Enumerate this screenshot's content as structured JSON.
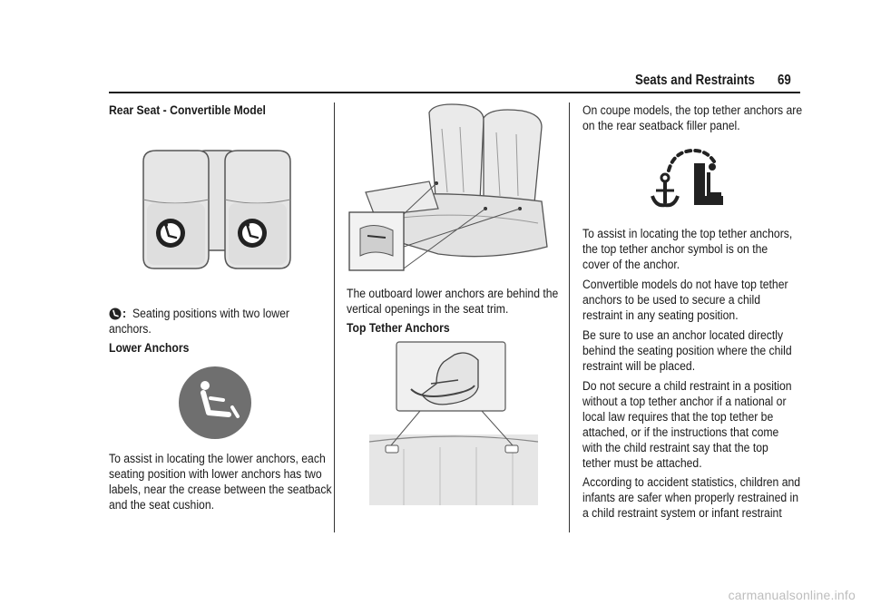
{
  "header": {
    "section_title": "Seats and Restraints",
    "page_number": "69"
  },
  "col1": {
    "heading": "Rear Seat - Convertible Model",
    "legend_colon": ":",
    "legend_lines": [
      "Seating positions with two lower",
      "anchors."
    ],
    "subheading": "Lower Anchors",
    "para1": [
      "To assist in locating the lower anchors, each",
      "seating position with lower anchors has two",
      "labels, near the crease between the seatback",
      "and the seat cushion."
    ]
  },
  "col2": {
    "para1": [
      "The outboard lower anchors are behind the",
      "vertical openings in the seat trim."
    ],
    "subheading": "Top Tether Anchors"
  },
  "col3": {
    "intro": [
      "On coupe models, the top tether anchors are",
      "on the rear seatback filler panel."
    ],
    "para_locate": [
      "To assist in locating the top tether anchors,",
      "the top tether anchor symbol is on the",
      "cover of the anchor."
    ],
    "para_convertible": [
      "Convertible models do not have top tether",
      "anchors to be used to secure a child",
      "restraint in any seating position."
    ],
    "para_directly": [
      "Be sure to use an anchor located directly",
      "behind the seating position where the child",
      "restraint will be placed."
    ],
    "para_law": [
      "Do not secure a child restraint in a position",
      "without a top tether anchor if a national or",
      "local law requires that the top tether be",
      "attached, or if the instructions that come",
      "with the child restraint say that the top",
      "tether must be attached."
    ],
    "para_stats": [
      "According to accident statistics, children and",
      "infants are safer when properly restrained in",
      "a child restraint system or infant restraint"
    ]
  },
  "footer": {
    "watermark": "carmanualsonline.info"
  },
  "colors": {
    "text": "#1a1a1a",
    "figure_stroke": "#555555",
    "seat_fill": "#e8e8e8",
    "icon_badge": "#6f6f6f",
    "watermark": "#bdbdbd"
  },
  "icons": [
    "child-seat-badge-icon",
    "lower-anchor-symbol-icon",
    "top-tether-anchor-symbol-icon"
  ]
}
